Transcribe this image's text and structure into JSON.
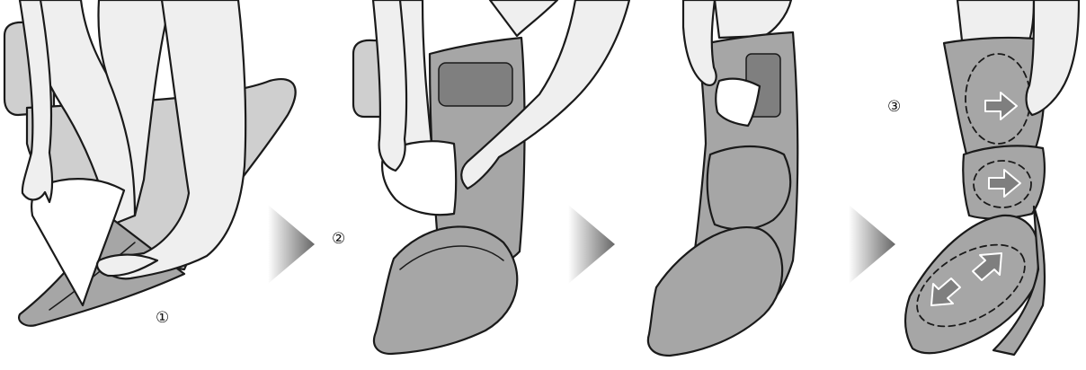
{
  "steps": [
    {
      "number": "①"
    },
    {
      "number": "②"
    },
    {
      "number": "③"
    }
  ],
  "colors": {
    "sleeve_fill": "#a6a6a6",
    "sleeve_dark": "#7f7f7f",
    "chair_fill": "#cfcfcf",
    "skin_fill": "#efefef",
    "cloth_fill": "#ffffff",
    "outline": "#1a1a1a",
    "arrow_gradient_start": "#ffffff",
    "arrow_gradient_end": "#666666"
  },
  "icons": [
    "step-arrow-icon",
    "press-direction-arrow-icon"
  ]
}
